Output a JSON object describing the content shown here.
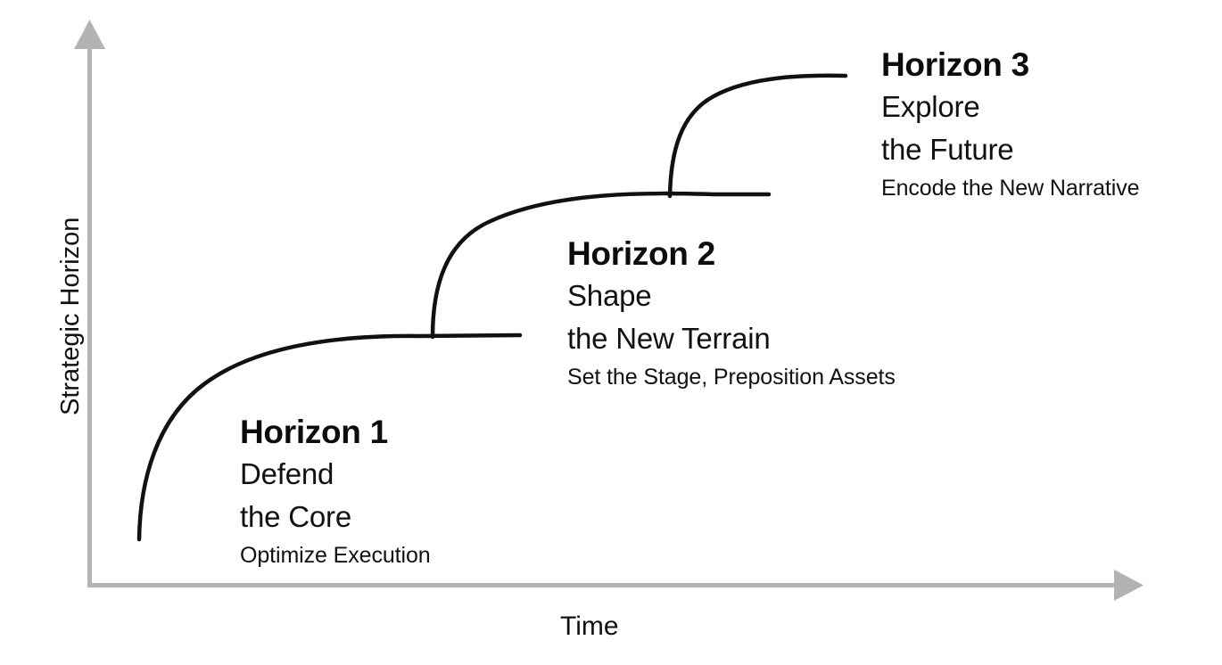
{
  "chart_data": {
    "type": "line",
    "title": "",
    "xlabel": "Time",
    "ylabel": "Strategic Horizon",
    "grid": false,
    "legend": "none",
    "axis_color": "#b3b3b3",
    "curve_color": "#111111",
    "series": [
      {
        "name": "Horizon 1",
        "description": "S-curve rising from a low start and flattening into a plateau",
        "start": [
          156,
          605
        ],
        "plateau_end": [
          583,
          376
        ]
      },
      {
        "name": "Horizon 2",
        "description": "S-curve branching upward from the Horizon 1 plateau and flattening higher",
        "start": [
          485,
          378
        ],
        "plateau_end": [
          862,
          218
        ]
      },
      {
        "name": "Horizon 3",
        "description": "S-curve branching upward from the Horizon 2 plateau and flattening highest",
        "start": [
          751,
          220
        ],
        "plateau_end": [
          948,
          85
        ]
      }
    ]
  },
  "axes": {
    "y_label": "Strategic Horizon",
    "x_label": "Time",
    "y_arrow_icon": "arrow-up-icon",
    "x_arrow_icon": "arrow-right-icon"
  },
  "horizons": [
    {
      "id": "horizon-1",
      "title": "Horizon 1",
      "line1": "Defend",
      "line2": "the Core",
      "subtitle": "Optimize Execution"
    },
    {
      "id": "horizon-2",
      "title": "Horizon 2",
      "line1": "Shape",
      "line2": "the New Terrain",
      "subtitle": "Set the Stage, Preposition Assets"
    },
    {
      "id": "horizon-3",
      "title": "Horizon 3",
      "line1": "Explore",
      "line2": "the Future",
      "subtitle": "Encode the New Narrative"
    }
  ],
  "colors": {
    "background": "#ffffff",
    "axis": "#b3b3b3",
    "curve": "#111111",
    "text": "#111111"
  }
}
